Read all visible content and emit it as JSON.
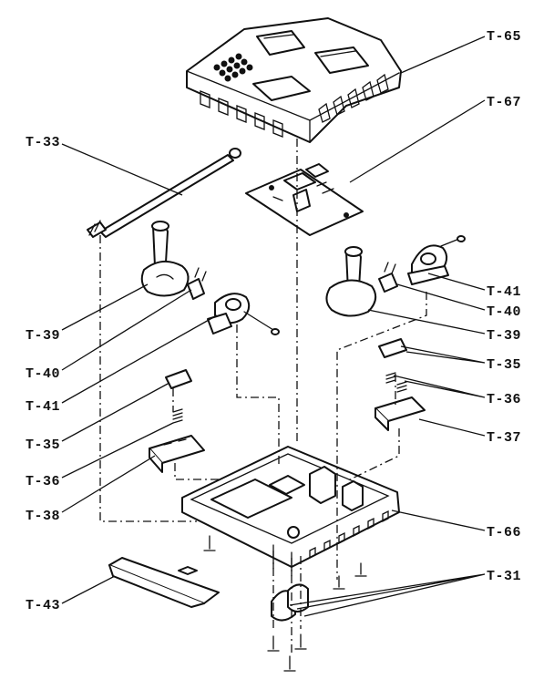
{
  "labels": {
    "t65": "T-65",
    "t67": "T-67",
    "t33": "T-33",
    "t41_right": "T-41",
    "t40_right": "T-40",
    "t39_right": "T-39",
    "t39_left": "T-39",
    "t40_left": "T-40",
    "t35_right": "T-35",
    "t36_right": "T-36",
    "t41_left": "T-41",
    "t37": "T-37",
    "t35_left": "T-35",
    "t36_left": "T-36",
    "t38": "T-38",
    "t66": "T-66",
    "t31": "T-31",
    "t43": "T-43"
  }
}
